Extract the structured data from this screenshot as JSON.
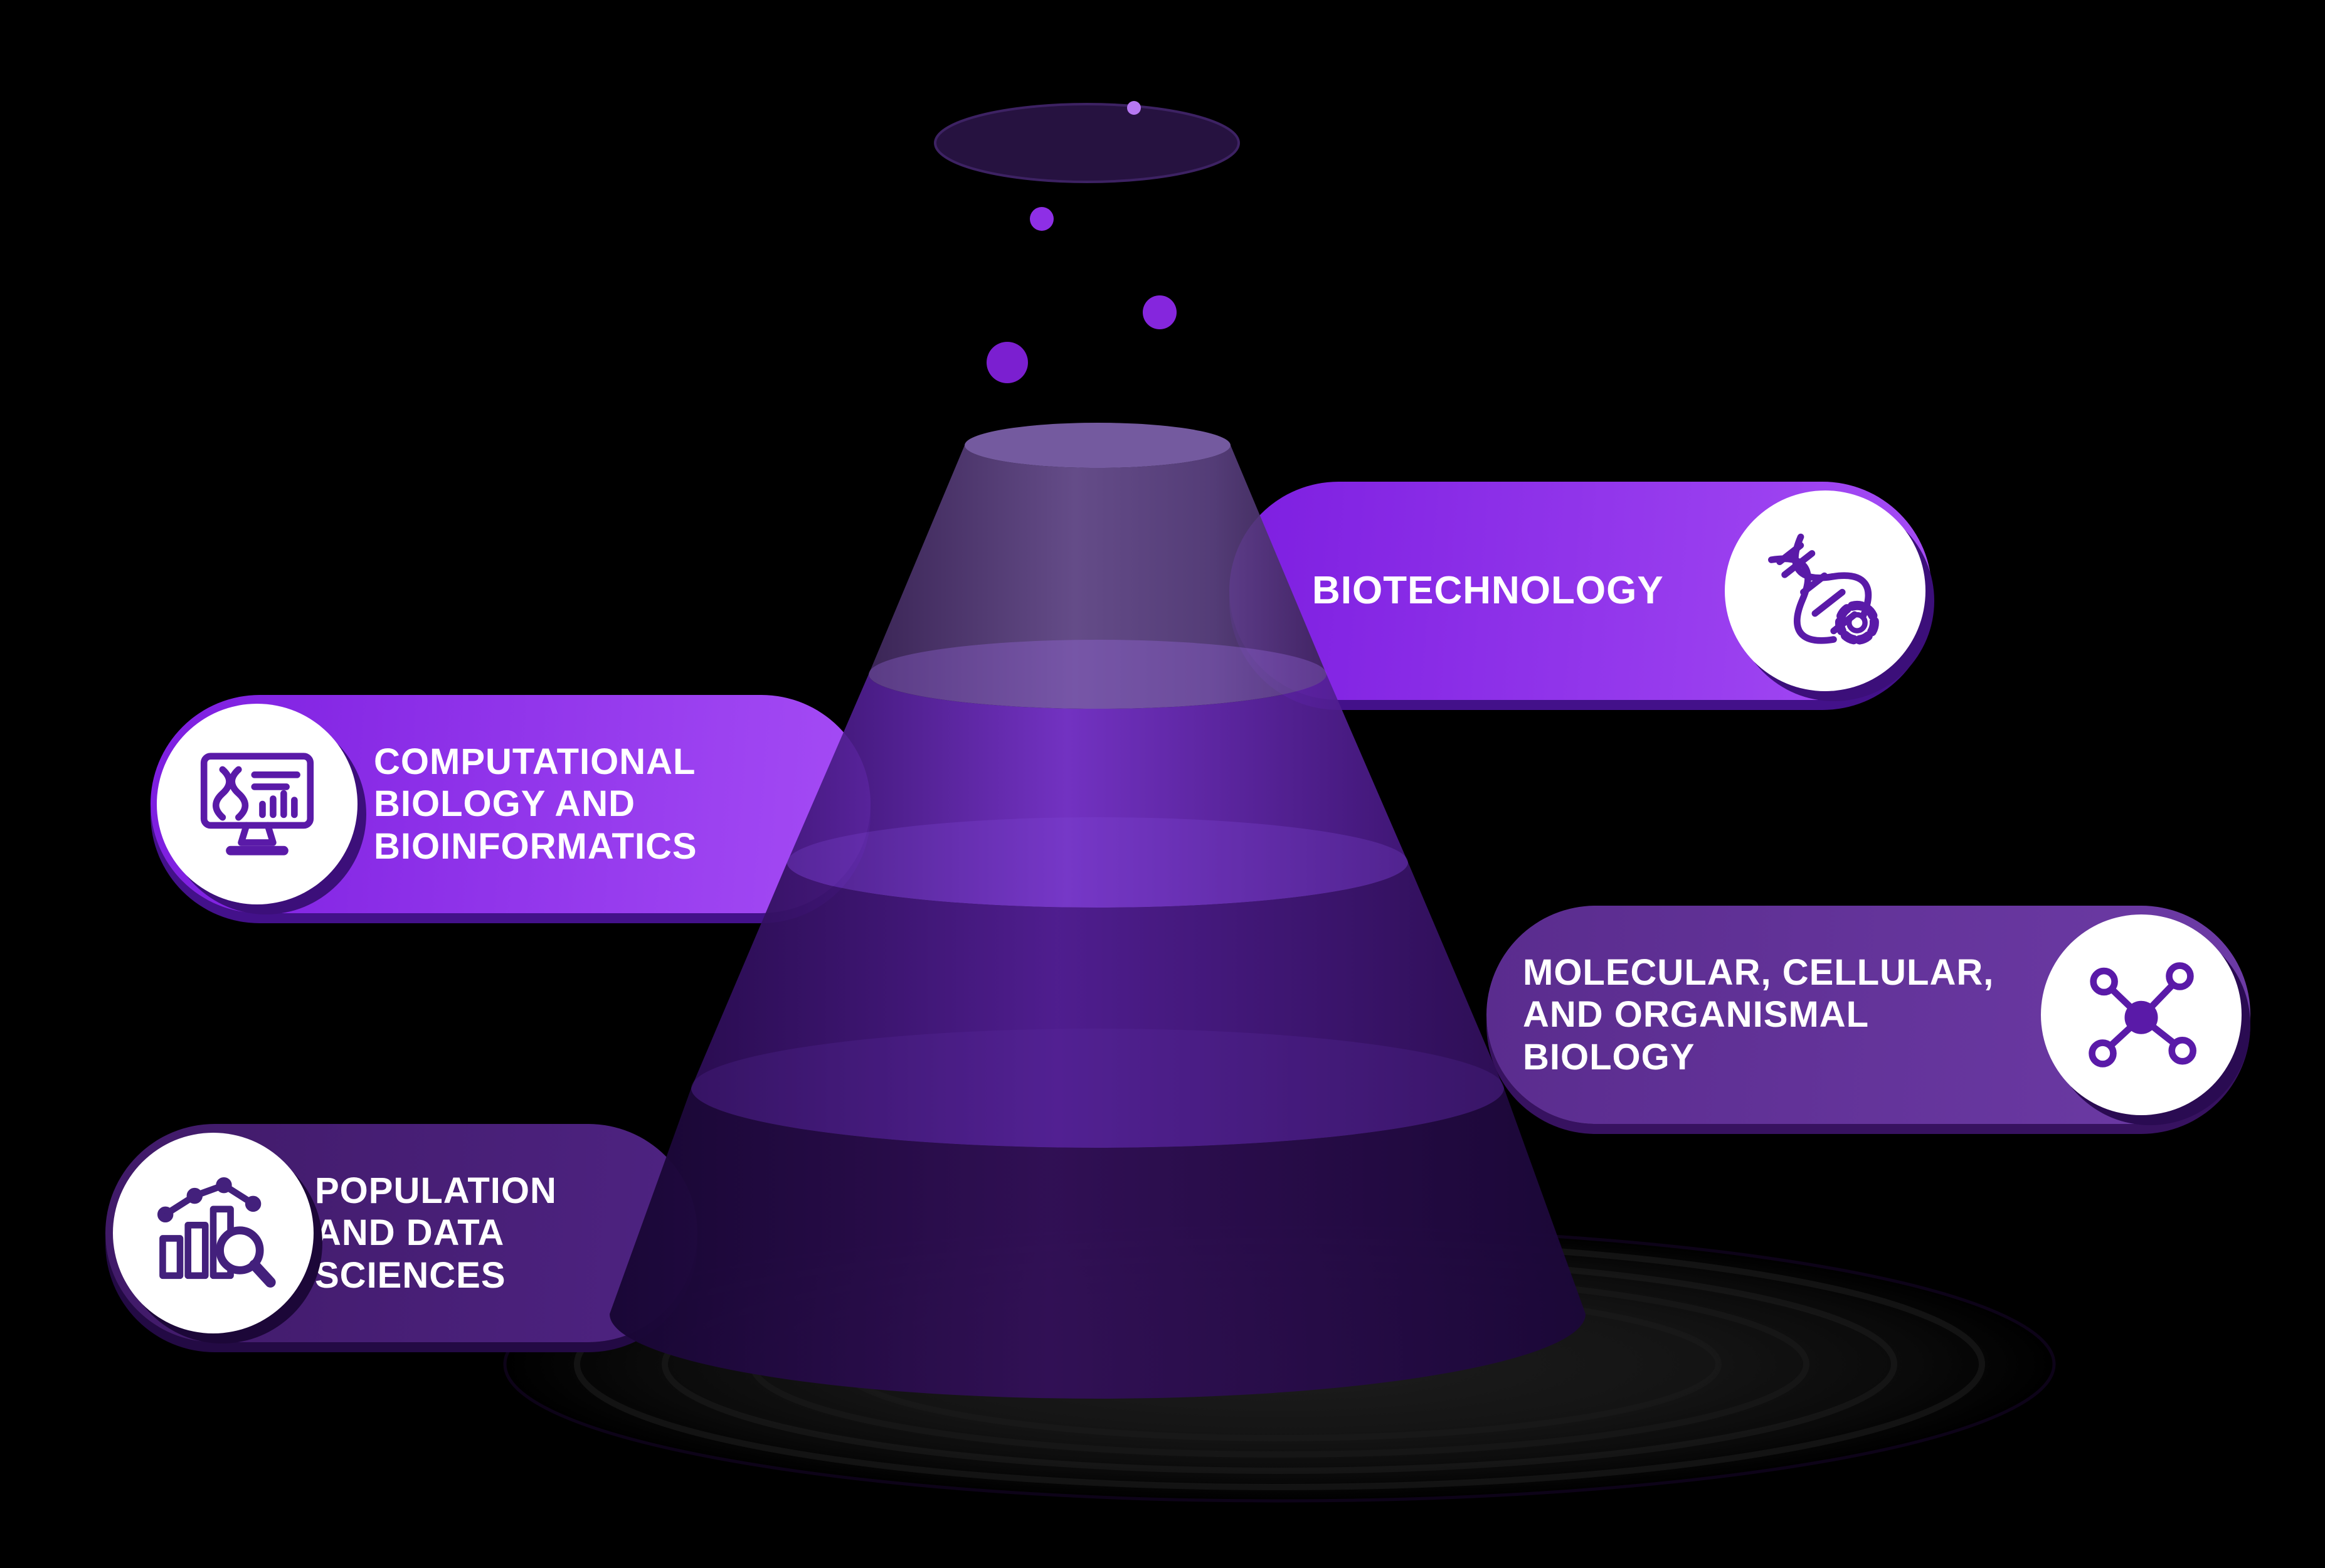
{
  "banners": [
    {
      "id": "biotechnology",
      "label": "BIOTECHNOLOGY",
      "lines": [
        "BIOTECHNOLOGY"
      ],
      "icon": "dna-gear-icon"
    },
    {
      "id": "computational-biology-bioinformatics",
      "label": "COMPUTATIONAL BIOLOGY AND BIOINFORMATICS",
      "lines": [
        "COMPUTATIONAL",
        "BIOLOGY AND",
        "BIOINFORMATICS"
      ],
      "icon": "monitor-dna-icon"
    },
    {
      "id": "molecular-cellular-organismal-biology",
      "label": "MOLECULAR, CELLULAR, AND ORGANISMAL BIOLOGY",
      "lines": [
        "MOLECULAR, CELLULAR,",
        "AND ORGANISMAL",
        "BIOLOGY"
      ],
      "icon": "molecule-icon"
    },
    {
      "id": "population-data-sciences",
      "label": "POPULATION AND DATA SCIENCES",
      "lines": [
        "POPULATION",
        "AND DATA",
        "SCIENCES"
      ],
      "icon": "bar-chart-magnifier-icon"
    }
  ],
  "colors": {
    "background": "#000000",
    "banner_bright_start": "#7d1ee0",
    "banner_bright_end": "#a54cf5",
    "banner_medium_start": "#5a2c8e",
    "banner_medium_end": "#6d3ba6",
    "banner_dark_start": "#401a68",
    "banner_dark_end": "#4e2382",
    "icon_stroke": "#5a1aa8",
    "text": "#ffffff"
  },
  "funnel": {
    "tier_count": 4,
    "tier_colors_top_to_bottom": [
      "#6b4f9e",
      "#7c33d6",
      "#55209c",
      "#351060"
    ]
  }
}
